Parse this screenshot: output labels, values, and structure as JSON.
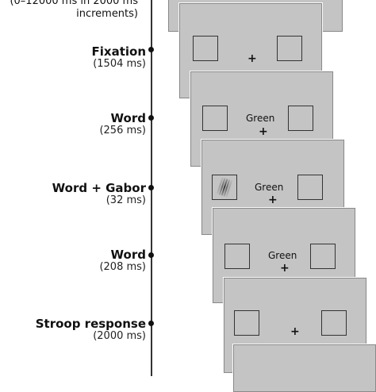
{
  "top_note": {
    "line1": "(0–12000 ms in 2000 ms",
    "line2": "increments)"
  },
  "stages": [
    {
      "name": "Fixation",
      "duration": "(1504 ms)"
    },
    {
      "name": "Word",
      "duration": "(256 ms)"
    },
    {
      "name": "Word + Gabor",
      "duration": "(32 ms)"
    },
    {
      "name": "Word",
      "duration": "(208 ms)"
    },
    {
      "name": "Stroop response",
      "duration": "(2000 ms)"
    }
  ],
  "screens": {
    "fixation_symbol": "+",
    "word_text": "Green"
  },
  "colors": {
    "screen_fill": "#c4c4c4",
    "timeline": "#333333"
  }
}
